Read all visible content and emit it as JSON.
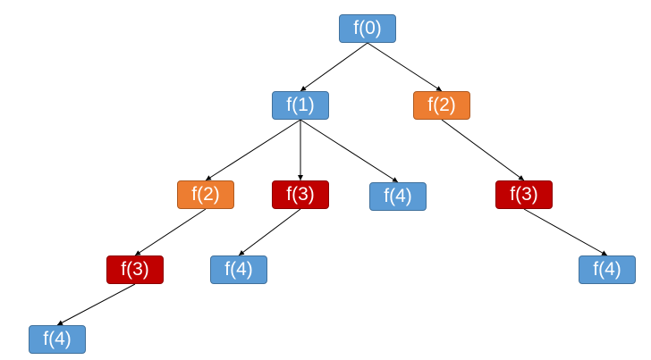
{
  "tree": {
    "nodes": [
      {
        "id": "n0",
        "label": "f(0)",
        "kind": "first"
      },
      {
        "id": "n1",
        "label": "f(1)",
        "kind": "first"
      },
      {
        "id": "n2",
        "label": "f(2)",
        "kind": "repeat1"
      },
      {
        "id": "n3",
        "label": "f(2)",
        "kind": "repeat1"
      },
      {
        "id": "n4",
        "label": "f(3)",
        "kind": "repeat2"
      },
      {
        "id": "n5",
        "label": "f(4)",
        "kind": "first"
      },
      {
        "id": "n6",
        "label": "f(3)",
        "kind": "repeat2"
      },
      {
        "id": "n7",
        "label": "f(3)",
        "kind": "repeat2"
      },
      {
        "id": "n8",
        "label": "f(4)",
        "kind": "first"
      },
      {
        "id": "n9",
        "label": "f(4)",
        "kind": "first"
      },
      {
        "id": "n10",
        "label": "f(4)",
        "kind": "first"
      }
    ],
    "edges": [
      [
        "n0",
        "n1"
      ],
      [
        "n0",
        "n2"
      ],
      [
        "n1",
        "n3"
      ],
      [
        "n1",
        "n4"
      ],
      [
        "n1",
        "n5"
      ],
      [
        "n2",
        "n6"
      ],
      [
        "n3",
        "n7"
      ],
      [
        "n4",
        "n8"
      ],
      [
        "n6",
        "n9"
      ],
      [
        "n7",
        "n10"
      ]
    ]
  },
  "colors": {
    "first": "#5b9bd5",
    "repeat1": "#ed7d31",
    "repeat2": "#c00000",
    "edge": "#000000"
  }
}
